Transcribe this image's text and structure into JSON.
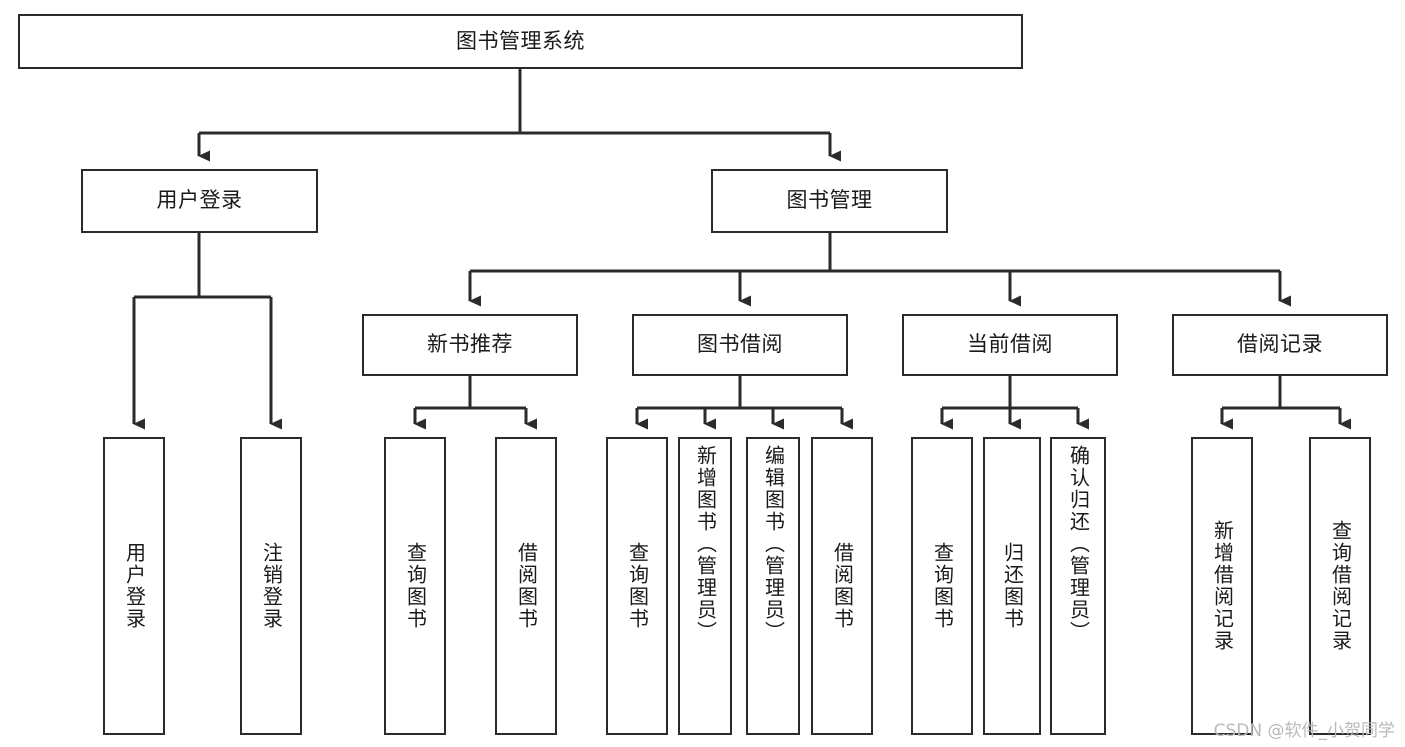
{
  "diagram": {
    "title": "图书管理系统",
    "type": "tree-hierarchy-diagram",
    "root": {
      "label": "图书管理系统",
      "name": "node-root-system"
    },
    "level2": [
      {
        "label": "用户登录",
        "name": "node-user-login"
      },
      {
        "label": "图书管理",
        "name": "node-book-management"
      }
    ],
    "level3": [
      {
        "label": "新书推荐",
        "name": "node-new-book-recommend"
      },
      {
        "label": "图书借阅",
        "name": "node-book-borrow"
      },
      {
        "label": "当前借阅",
        "name": "node-current-borrow"
      },
      {
        "label": "借阅记录",
        "name": "node-borrow-record"
      }
    ],
    "leaves": {
      "user_login": [
        {
          "label": "用户登录",
          "name": "leaf-user-login"
        },
        {
          "label": "注销登录",
          "name": "leaf-logout"
        }
      ],
      "new_book_recommend": [
        {
          "label": "查询图书",
          "name": "leaf-query-book-recommend"
        },
        {
          "label": "借阅图书",
          "name": "leaf-borrow-book-recommend"
        }
      ],
      "book_borrow": [
        {
          "label": "查询图书",
          "name": "leaf-query-book-borrow"
        },
        {
          "label": "新增图书（管理员）",
          "name": "leaf-add-book-admin"
        },
        {
          "label": "编辑图书（管理员）",
          "name": "leaf-edit-book-admin"
        },
        {
          "label": "借阅图书",
          "name": "leaf-borrow-book"
        }
      ],
      "current_borrow": [
        {
          "label": "查询图书",
          "name": "leaf-query-book-current"
        },
        {
          "label": "归还图书",
          "name": "leaf-return-book"
        },
        {
          "label": "确认归还（管理员）",
          "name": "leaf-confirm-return-admin"
        }
      ],
      "borrow_record": [
        {
          "label": "新增借阅记录",
          "name": "leaf-add-borrow-record"
        },
        {
          "label": "查询借阅记录",
          "name": "leaf-query-borrow-record"
        }
      ]
    },
    "colors": {
      "stroke": "#2b2b2b",
      "fill": "#ffffff",
      "text": "#1a1a1a",
      "watermark": "#b9b9b9"
    }
  },
  "watermark": {
    "text": "CSDN @软件_小贺同学"
  }
}
